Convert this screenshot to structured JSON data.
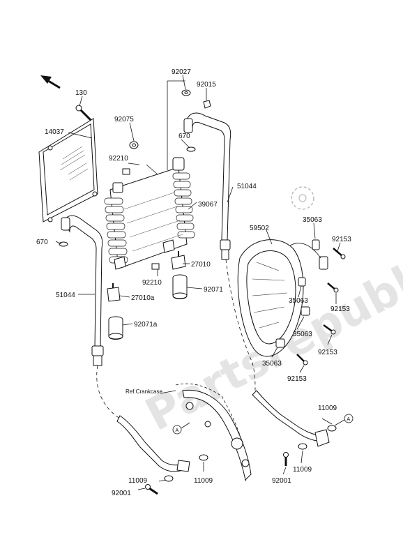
{
  "diagram": {
    "watermark": "Partsrepublik",
    "reference_label": "Ref.Crankcase",
    "callout_letter": "A",
    "labels": {
      "p130": "130",
      "p14037": "14037",
      "p92075": "92075",
      "p92027": "92027",
      "p92015": "92015",
      "p670_top": "670",
      "p92210_top": "92210",
      "p51044_right": "51044",
      "p39067": "39067",
      "p59502": "59502",
      "p35063_a": "35063",
      "p92153_a": "92153",
      "p670_left": "670",
      "p27010": "27010",
      "p92210_bot": "92210",
      "p92071": "92071",
      "p27010a": "27010a",
      "p51044_left": "51044",
      "p92071a": "92071a",
      "p35063_b": "35063",
      "p92153_b": "92153",
      "p35063_c": "35063",
      "p92153_c": "92153",
      "p35063_d": "35063",
      "p92153_d": "92153",
      "p11009_r1": "11009",
      "p11009_r2": "11009",
      "p92001_r": "92001",
      "p11009_l1": "11009",
      "p11009_l2": "11009",
      "p92001_l": "92001"
    }
  }
}
